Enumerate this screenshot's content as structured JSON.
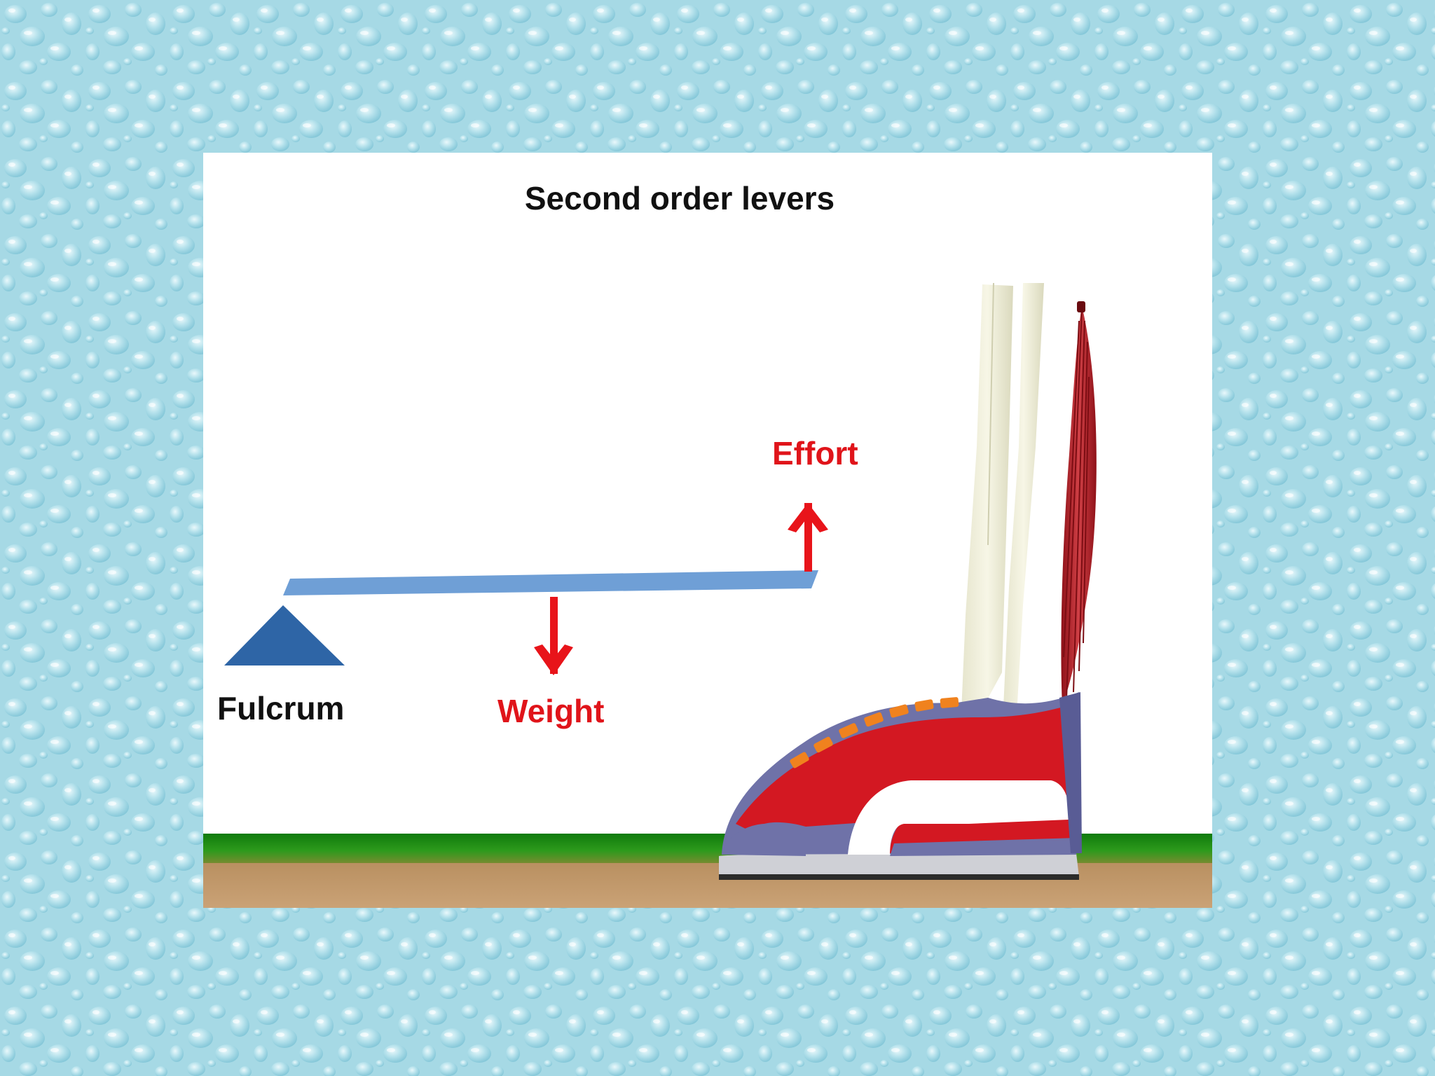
{
  "diagram": {
    "title": "Second order levers",
    "labels": {
      "effort": "Effort",
      "weight": "Weight",
      "fulcrum": "Fulcrum"
    },
    "icons": {
      "fulcrum": "triangle-fulcrum-icon",
      "effort": "arrow-up-icon",
      "weight": "arrow-down-icon",
      "foot": "shoe-leg-illustration"
    }
  },
  "colors": {
    "background": "#a9dbe6",
    "panel": "#ffffff",
    "title_text": "#111111",
    "fulcrum_text": "#111111",
    "force_text": "#e0141a",
    "arrow": "#e8141a",
    "lever_beam": "#6f9fd6",
    "fulcrum": "#2e65a6",
    "grass": "#1e8a14",
    "soil": "#c49a6c",
    "shoe_red": "#d31822",
    "shoe_blue": "#6f72a8",
    "lace": "#f0821e",
    "bone": "#f1f0d6",
    "muscle": "#b0222a"
  }
}
